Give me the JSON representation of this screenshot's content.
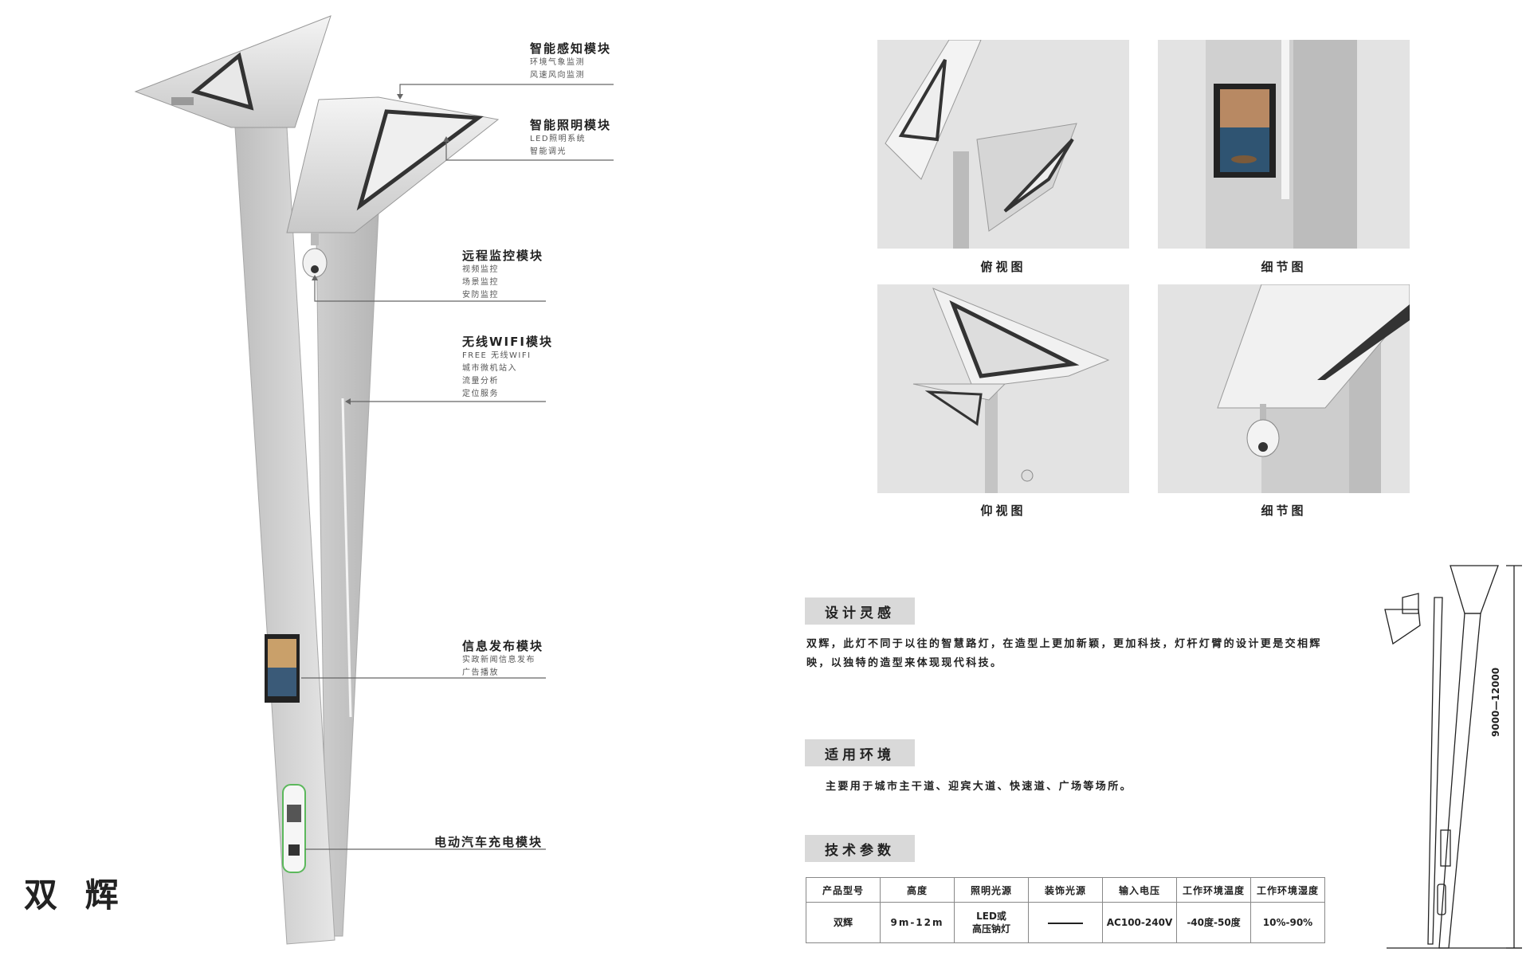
{
  "product": {
    "name": "双 辉"
  },
  "modules": [
    {
      "title": "智能感知模块",
      "lines": [
        "环境气象监测",
        "风速风向监测"
      ]
    },
    {
      "title": "智能照明模块",
      "lines": [
        "LED照明系统",
        "智能调光"
      ]
    },
    {
      "title": "远程监控模块",
      "lines": [
        "视频监控",
        "场景监控",
        "安防监控"
      ]
    },
    {
      "title": "无线WIFI模块",
      "lines": [
        "FREE 无线WIFI",
        "城市微机站入",
        "流量分析",
        "定位服务"
      ]
    },
    {
      "title": "信息发布模块",
      "lines": [
        "实政新闻信息发布",
        "广告播放"
      ]
    },
    {
      "title": "电动汽车充电模块",
      "lines": []
    }
  ],
  "views": [
    {
      "caption": "俯视图"
    },
    {
      "caption": "细节图"
    },
    {
      "caption": "仰视图"
    },
    {
      "caption": "细节图"
    }
  ],
  "sections": {
    "design": {
      "heading": "设计灵感",
      "text": "双辉，此灯不同于以往的智慧路灯，在造型上更加新颖，更加科技，灯杆灯臂的设计更是交相辉映，以独特的造型来体现现代科技。"
    },
    "environment": {
      "heading": "适用环境",
      "text": "主要用于城市主干道、迎宾大道、快速道、广场等场所。"
    },
    "specs": {
      "heading": "技术参数",
      "headers": [
        "产品型号",
        "高度",
        "照明光源",
        "装饰光源",
        "输入电压",
        "工作环境温度",
        "工作环境湿度"
      ],
      "row": {
        "model": "双辉",
        "height": "9m-12m",
        "light_source_1": "LED或",
        "light_source_2": "高压钠灯",
        "voltage": "AC100-240V",
        "temperature": "-40度-50度",
        "humidity": "10%-90%"
      }
    }
  },
  "dimension": {
    "label": "9000—12000"
  },
  "colors": {
    "section_bg": "#d9d9d9",
    "panel_bg": "#e3e3e3",
    "charger_green": "#5cb85c"
  }
}
